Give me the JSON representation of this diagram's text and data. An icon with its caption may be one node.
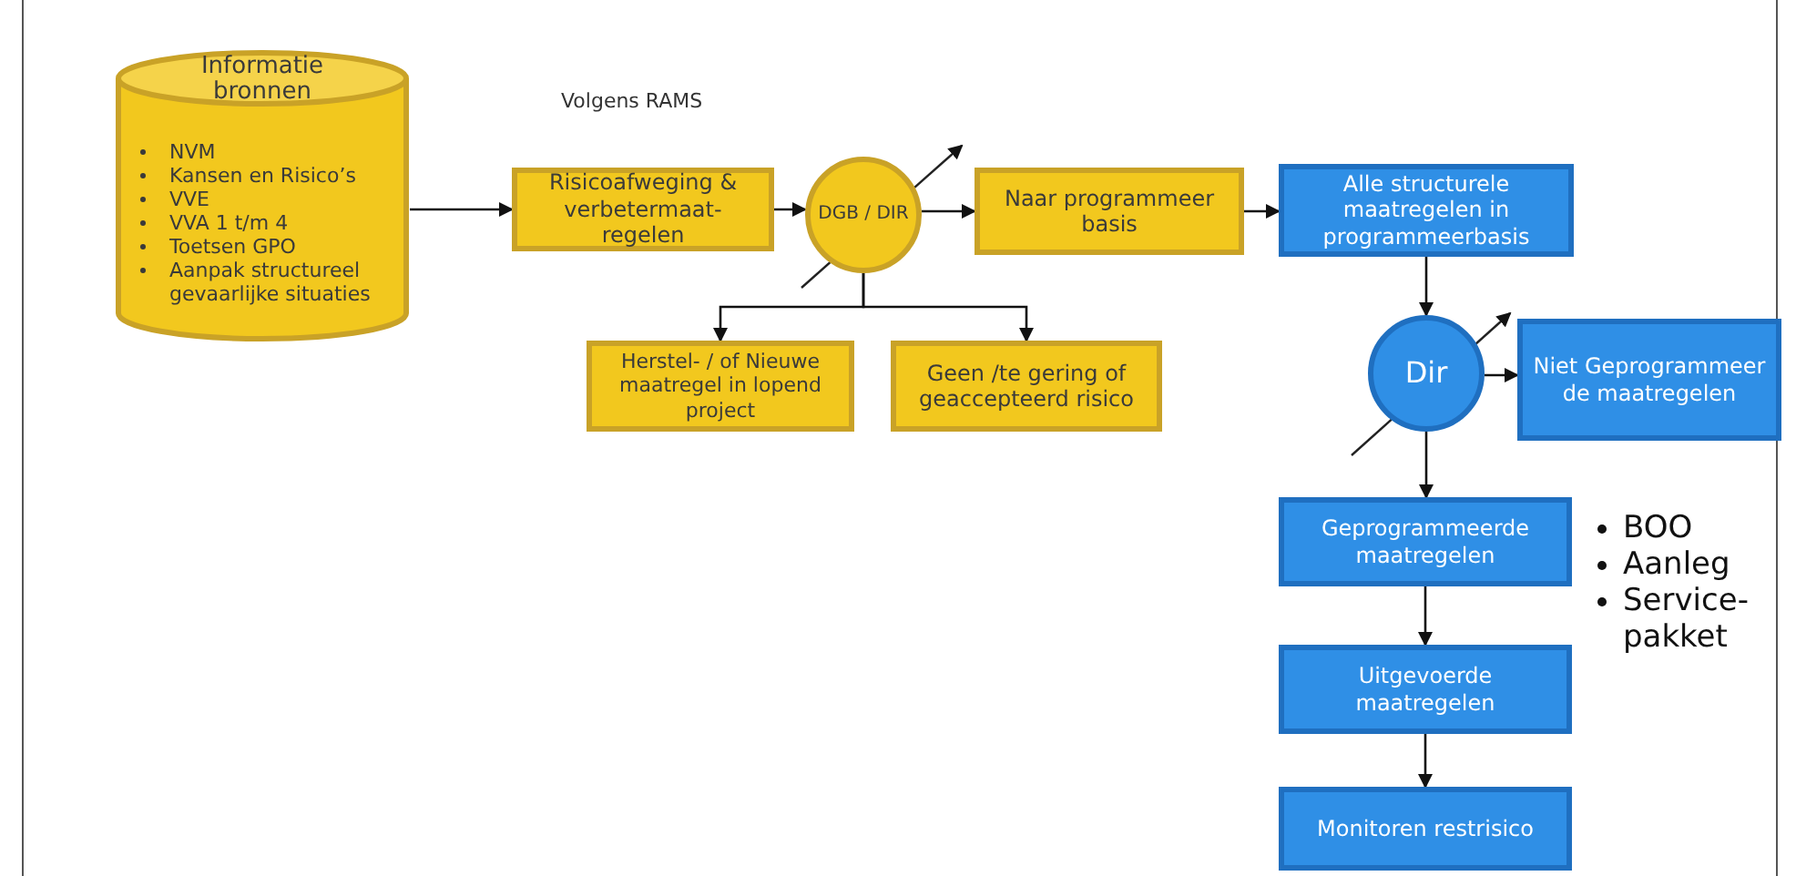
{
  "diagram": {
    "nodes": [
      {
        "text": [
          "Informatie bronnen",
          "NVM",
          "Kansen en Risico’s",
          "VVE",
          "VVA 1 t/m 4",
          "Toetsen GPO",
          "Aanpak structureel gevaarlijke situaties"
        ]
      },
      {
        "text": [
          "Risicoafweging & verbetermaat-regelen"
        ]
      },
      {
        "text": [
          "DGB / DIR"
        ]
      },
      {
        "text": [
          "Naar programmeer basis"
        ]
      },
      {
        "text": [
          "Alle structurele maatregelen in programmeerbasis"
        ]
      },
      {
        "text": [
          "Herstel- / of Nieuwe maatregel in lopend project"
        ]
      },
      {
        "text": [
          "Geen /te gering of geaccepteerd risico"
        ]
      },
      {
        "text": [
          "Dir"
        ]
      },
      {
        "text": [
          "Niet Geprogrammeer de maatregelen"
        ]
      },
      {
        "text": [
          "Geprogrammeerde maatregelen"
        ],
        "beside": [
          "BOO",
          "Aanleg",
          "Service- pakket"
        ]
      },
      {
        "text": [
          "Uitgevoerde maatregelen"
        ]
      },
      {
        "text": [
          "Monitoren restrisico"
        ]
      }
    ],
    "edges": [
      {
        "from": 0,
        "to": 1,
        "arrow": "to"
      },
      {
        "from": 1,
        "to": 2,
        "arrow": "to"
      },
      {
        "from": 2,
        "to": 3,
        "arrow": "to"
      },
      {
        "from": 3,
        "to": 4,
        "arrow": "to"
      },
      {
        "from": 2,
        "to": 5,
        "arrow": "to"
      },
      {
        "from": 2,
        "to": 6,
        "arrow": "to"
      },
      {
        "from": 4,
        "to": 7,
        "arrow": "to"
      },
      {
        "from": 7,
        "to": 8,
        "arrow": "to"
      },
      {
        "from": 7,
        "to": 9,
        "arrow": "to"
      },
      {
        "from": 9,
        "to": 10,
        "arrow": "to"
      },
      {
        "from": 10,
        "to": 11,
        "arrow": "to"
      }
    ],
    "labels": [
      "Volgens RAMS"
    ]
  }
}
